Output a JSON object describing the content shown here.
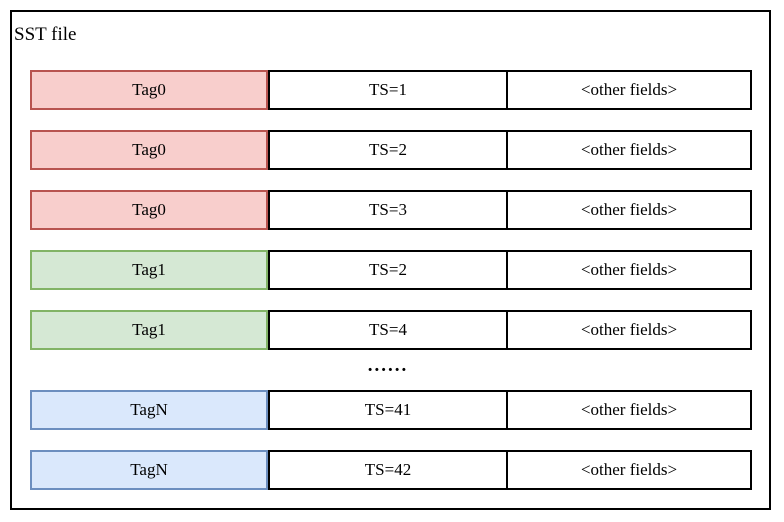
{
  "diagram": {
    "title": "SST file",
    "ellipsis": "......",
    "colors": {
      "red": {
        "fill": "#f8cecc",
        "stroke": "#b85450"
      },
      "green": {
        "fill": "#d5e8d4",
        "stroke": "#82b366"
      },
      "blue": {
        "fill": "#dae8fc",
        "stroke": "#6c8ebf"
      }
    },
    "rows": [
      {
        "tag": "Tag0",
        "ts": "TS=1",
        "other": "<other fields>",
        "color": "red"
      },
      {
        "tag": "Tag0",
        "ts": "TS=2",
        "other": "<other fields>",
        "color": "red"
      },
      {
        "tag": "Tag0",
        "ts": "TS=3",
        "other": "<other fields>",
        "color": "red"
      },
      {
        "tag": "Tag1",
        "ts": "TS=2",
        "other": "<other fields>",
        "color": "green"
      },
      {
        "tag": "Tag1",
        "ts": "TS=4",
        "other": "<other fields>",
        "color": "green"
      },
      {
        "tag": "TagN",
        "ts": "TS=41",
        "other": "<other fields>",
        "color": "blue"
      },
      {
        "tag": "TagN",
        "ts": "TS=42",
        "other": "<other fields>",
        "color": "blue"
      }
    ]
  }
}
